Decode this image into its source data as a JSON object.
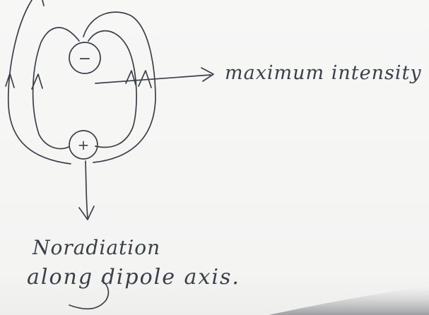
{
  "diagram": {
    "charges": {
      "negative": "−",
      "positive": "+"
    },
    "annotations": {
      "max_intensity": "maximum intensity",
      "no_radiation_line1": "Noradiation",
      "no_radiation_line2": "along dipole axis."
    },
    "colors": {
      "paper": "#f5f5f3",
      "ink": "#3a3f4a"
    }
  }
}
